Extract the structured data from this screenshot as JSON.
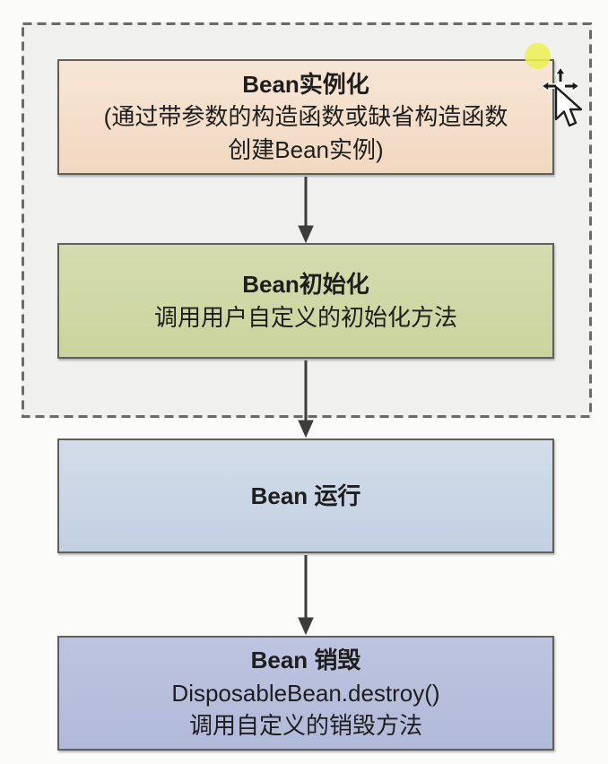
{
  "page": {
    "background_color": "#fbfbf9",
    "diagram_type": "flowchart",
    "subject": "Spring Bean lifecycle"
  },
  "flowchart": {
    "scope_container": {
      "style": "dashed-border",
      "border_color": "#6a6a66",
      "fill_color": "#f0f0ee"
    },
    "nodes": [
      {
        "id": "bean-instantiation",
        "title": "Bean实例化",
        "description": "(通过带参数的构造函数或缺省构造函数创建Bean实例)",
        "fill": "#f4dfcb",
        "border": "#5f5f5c",
        "inside_scope": true
      },
      {
        "id": "bean-initialization",
        "title": "Bean初始化",
        "description": "调用用户自定义的初始化方法",
        "fill": "#cfd7a6",
        "border": "#5f5f5c",
        "inside_scope": true
      },
      {
        "id": "bean-running",
        "title": "Bean 运行",
        "description": "",
        "fill": "#c9d6e6",
        "border": "#5f5f5c",
        "inside_scope": false
      },
      {
        "id": "bean-destruction",
        "title": "Bean 销毁",
        "method": "DisposableBean.destroy()",
        "description": "调用自定义的销毁方法",
        "fill": "#b8bfdd",
        "border": "#5f5f5c",
        "inside_scope": false
      }
    ],
    "connections": [
      {
        "from": "bean-instantiation",
        "to": "bean-initialization",
        "style": "arrow-down"
      },
      {
        "from": "bean-initialization",
        "to": "bean-running",
        "style": "arrow-down"
      },
      {
        "from": "bean-running",
        "to": "bean-destruction",
        "style": "arrow-down"
      }
    ],
    "arrow_color": "#3c3c3c",
    "text_color": "#1e1e1e"
  },
  "cursor": {
    "type": "move-cursor-with-pointer",
    "highlight_dot_color": "#ecef55"
  }
}
